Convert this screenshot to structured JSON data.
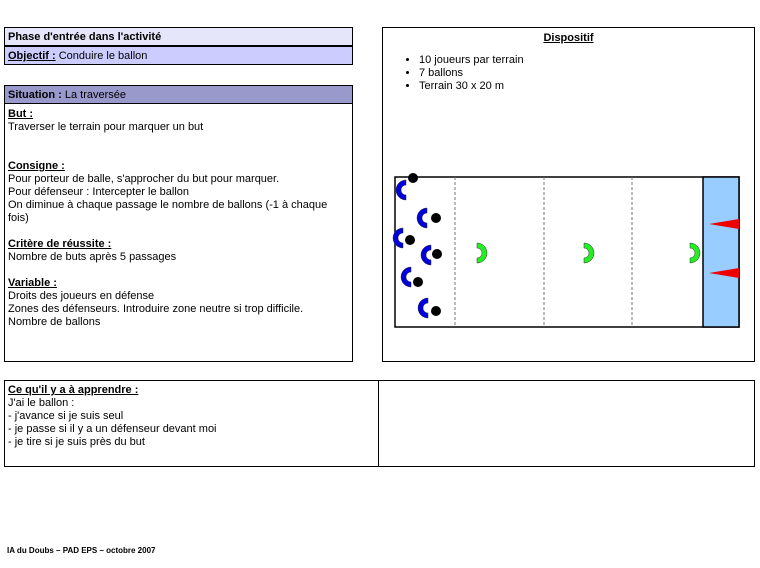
{
  "phase": "Phase d'entrée dans l'activité",
  "objectif": {
    "label": "Objectif :",
    "value": "Conduire le ballon"
  },
  "situation": {
    "label": "Situation :",
    "value": "La traversée"
  },
  "but": {
    "label": "But :",
    "lines": [
      "Traverser le terrain pour marquer un but"
    ]
  },
  "consigne": {
    "label": "Consigne :",
    "lines": [
      "Pour porteur de balle, s'approcher du but pour marquer.",
      "Pour défenseur : Intercepter le ballon",
      "On diminue à chaque passage le nombre de ballons (-1 à chaque",
      "fois)"
    ]
  },
  "critere": {
    "label": "Critère de réussite :",
    "lines": [
      "Nombre de buts après 5 passages"
    ]
  },
  "variable": {
    "label": "Variable :",
    "lines": [
      "Droits des joueurs en défense",
      "Zones des défenseurs. Introduire zone neutre si trop difficile.",
      "Nombre de ballons"
    ]
  },
  "dispositif": {
    "title": "Dispositif",
    "items": [
      "10 joueurs par terrain",
      "7 ballons",
      "Terrain 30 x 20 m"
    ]
  },
  "apprendre": {
    "label": "Ce qu'il y a à apprendre :",
    "lines": [
      "J'ai le ballon :",
      "- j'avance si je suis seul",
      "- je passe si il y a un défenseur devant moi",
      "- je tire si je suis près du but"
    ]
  },
  "footer": "IA du Doubs – PAD EPS – octobre 2007",
  "colors": {
    "header_light": "#e6e6fa",
    "header_mid": "#ccccff",
    "header_dark": "#9999cc",
    "attacker": "#0000dd",
    "defender": "#22ee22",
    "goal_zone": "#99ccff",
    "cone": "#ee0000"
  }
}
